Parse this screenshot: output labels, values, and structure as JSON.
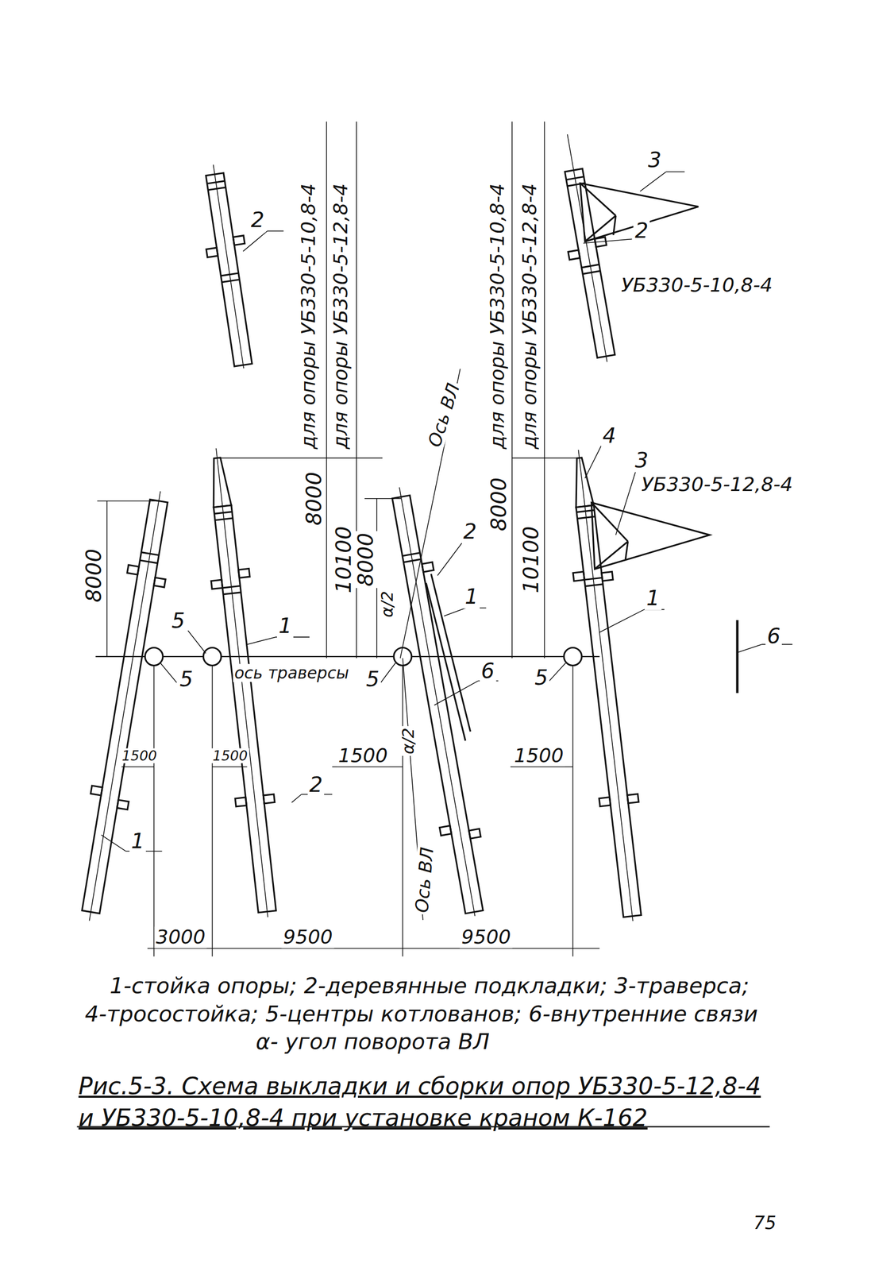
{
  "diagram": {
    "caption": "Рис.5-3. Схема выкладки и сборки опор УБ330-5-12,8-4 и УБ330-5-10,8-4 при установке краном К-162",
    "labels": [
      "2",
      "для опоры УБ330-5-10,8-4",
      "для опоры УБ330-5-12,8-4",
      "для опоры УБ330-5-10,8-4",
      "для опоры УБ330-5-12,8-4",
      "3",
      "2",
      "УБ330-5-10,8-4",
      "Ось ВЛ",
      "4",
      "3",
      "УБ330-5-12,8-4",
      "8000",
      "8000",
      "10100",
      "8000",
      "α/2",
      "2",
      "8000",
      "10100",
      "1",
      "1",
      "1",
      "5",
      "6",
      "ось траверсы",
      "5",
      "5",
      "6",
      "5",
      "1500",
      "1500",
      "1500",
      "α/2",
      "1500",
      "2",
      "1",
      "Ось ВЛ",
      "3000",
      "9500",
      "9500",
      "1-стойка опоры; 2-деревянные подкладки; 3-траверса;",
      "4-тросостойка; 5-центры котлованов; 6-внутренние связи",
      "α- угол поворота ВЛ",
      "75"
    ]
  }
}
